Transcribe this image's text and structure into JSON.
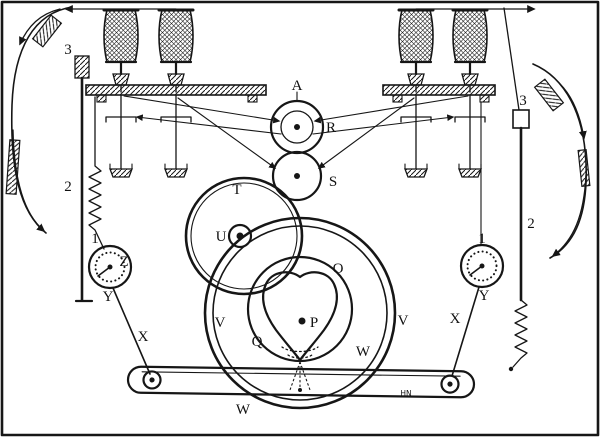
{
  "figure": {
    "description": "Engraved patent-style mechanical diagram: two pairs of supply bobbins feed threads through guide pulleys to a gear train, flywheel with heart-shaped cam, bottom lever bar, side dials and tension springs.",
    "colors": {
      "ink": "#161616",
      "paper": "#ffffff"
    },
    "labels": {
      "A": "A",
      "R": "R",
      "S": "S",
      "T": "T",
      "U": "U",
      "O": "O",
      "P": "P",
      "Q": "Q",
      "V_left": "V",
      "V_right": "V",
      "W_upper": "W",
      "W_lower": "W",
      "X_left": "X",
      "X_right": "X",
      "Y_left": "Y",
      "Y_right": "Y",
      "Z": "Z",
      "one_left": "1",
      "one_right": "1",
      "two_left": "2",
      "two_right": "2",
      "three_left": "3",
      "three_right": "3",
      "monogram": "HN"
    }
  }
}
